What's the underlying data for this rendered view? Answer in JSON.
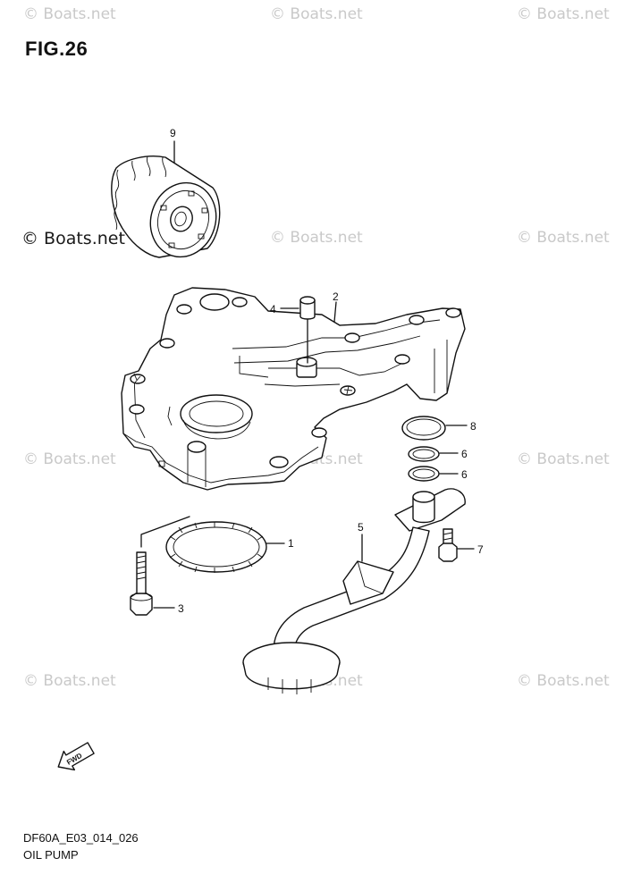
{
  "figure": {
    "title": "FIG.26",
    "drawing_code": "DF60A_E03_014_026",
    "caption": "OIL PUMP"
  },
  "watermark": {
    "text": "© Boats.net",
    "prominent_text": "© Boats.net"
  },
  "callouts": {
    "c1": "1",
    "c2": "2",
    "c3": "3",
    "c4": "4",
    "c5": "5",
    "c6a": "6",
    "c6b": "6",
    "c7": "7",
    "c8": "8",
    "c9": "9"
  },
  "fwd_label": "FWD",
  "colors": {
    "line": "#111111",
    "watermark": "#c9c9c9",
    "background": "#ffffff"
  }
}
